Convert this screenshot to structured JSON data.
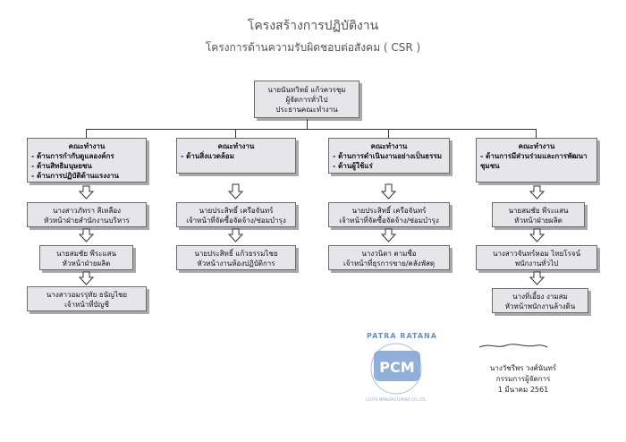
{
  "header": {
    "title": "โครงสร้างการปฏิบัติงาน",
    "subtitle": "โครงการด้านความรับผิดชอบต่อสังคม ( CSR )"
  },
  "top": [
    "นายนันทวิทย์  แก้วควรชุม",
    "ผู้จัดการทั่วไป",
    "ประธานคณะทำงาน"
  ],
  "columns": [
    {
      "head": "คณะทำงาน",
      "items": [
        "- ด้านการกำกับดูแลองค์กร",
        "- ด้านสิทธิมนุษยชน",
        "- ด้านการปฏิบัติด้านแรงงาน"
      ],
      "people": [
        [
          "นางสาวภัทรา  สีเหลือง",
          "หัวหน้าฝ่ายสำนักงานบริหาร"
        ],
        [
          "นายสมชัย  พีระแสน",
          "หัวหน้าฝ่ายผลิต"
        ],
        [
          "นางสาวอมรรุทัย  ธนัญไชย",
          "เจ้าหน้าที่บัญชี"
        ]
      ]
    },
    {
      "head": "คณะทำงาน",
      "items": [
        "- ด้านสิ่งแวดล้อม"
      ],
      "people": [
        [
          "นายประสิทธิ์  เครือจันทร์",
          "เจ้าหน้าที่จัดซื้อจัดจ้าง/ซ่อมบำรุง"
        ],
        [
          "นายประสิทธิ์  แก้วธรรมไชย",
          "หัวหน้างานห้องปฏิบัติการ"
        ]
      ]
    },
    {
      "head": "คณะทำงาน",
      "items": [
        "- ด้านการดำเนินงานอย่างเป็นธรรม",
        "- ด้านผู้ใช้แร่"
      ],
      "people": [
        [
          "นายประสิทธิ์  เครือจันทร์",
          "เจ้าหน้าที่จัดซื้อจัดจ้าง/ซ่อมบำรุง"
        ],
        [
          "นางวนิดา  ตามชื่อ",
          "เจ้าหน้าที่ธุรการขาย/คลังพัสดุ"
        ]
      ]
    },
    {
      "head": "คณะทำงาน",
      "items": [
        "- ด้านการมีส่วนร่วมและการพัฒนา",
        "ชุมชน"
      ],
      "people": [
        [
          "นายสมชัย  พีระแสน",
          "หัวหน้าฝ่ายผลิต"
        ],
        [
          "นางสาวจันทร์หอม  ไทยโรจน์",
          "พนักงานทั่วไป"
        ],
        [
          "นางทิ่เอี้ยง  งามสม",
          "หัวหน้าพนักงานล้างดิน"
        ]
      ]
    }
  ],
  "logo": {
    "top_text": "PATRA RATANA",
    "monogram": "PCM",
    "ring_text": "CLOTH MANUFACTURING CO.,LTD."
  },
  "signature": [
    "นางวัชรีพร  วงศ์นันทร์",
    "กรรมการผู้จัดการ",
    "1 มีนาคม 2561"
  ],
  "colors": {
    "box_fill": "#e6e6ea",
    "box_border": "#6b6b6b",
    "logo_blue": "#6a8fc4"
  }
}
